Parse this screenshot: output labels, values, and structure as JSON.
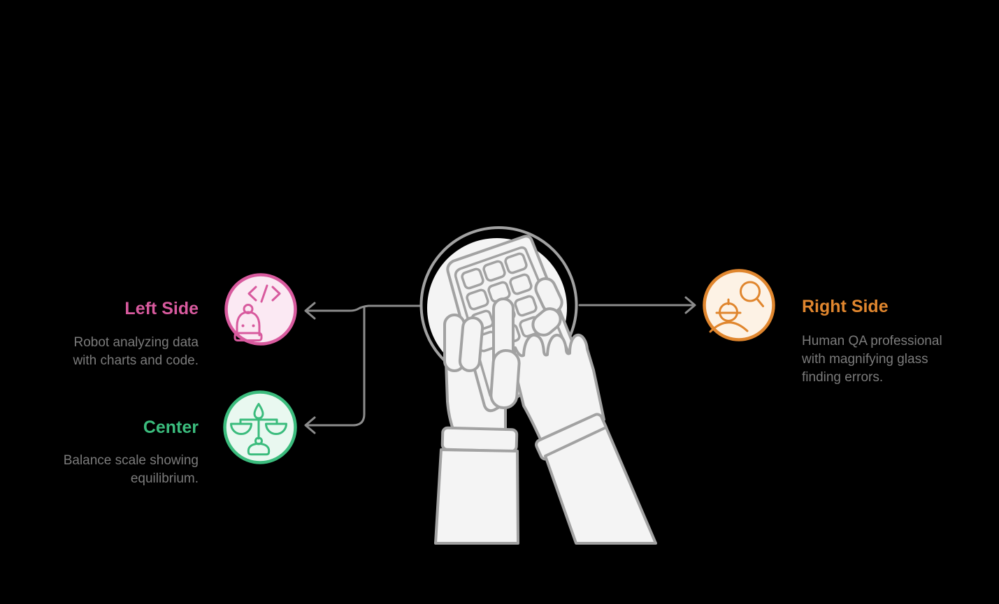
{
  "diagram": {
    "nodes": {
      "left": {
        "title": "Left Side",
        "lines": [
          "Robot analyzing data",
          "with charts and code."
        ],
        "icon": "robot-code-icon"
      },
      "center": {
        "title": "Center",
        "lines": [
          "Balance scale showing",
          "equilibrium."
        ],
        "icon": "balance-scale-icon"
      },
      "right": {
        "title": "Right Side",
        "lines": [
          "Human QA professional",
          "with magnifying glass",
          "finding errors."
        ],
        "icon": "person-magnifier-icon"
      }
    },
    "illustration": "hands-holding-phone"
  },
  "colors": {
    "bg": "#000000",
    "line": "#8c8c8c",
    "desc": "#7b7b7b",
    "pink": "#d85a9e",
    "pink-fill": "#fbe9f3",
    "green": "#3bbc7d",
    "green-fill": "#e9f8f0",
    "orange": "#e0862e",
    "orange-fill": "#fdf2e5",
    "art-stroke": "#a2a2a2",
    "art-fill": "#f4f4f4"
  }
}
